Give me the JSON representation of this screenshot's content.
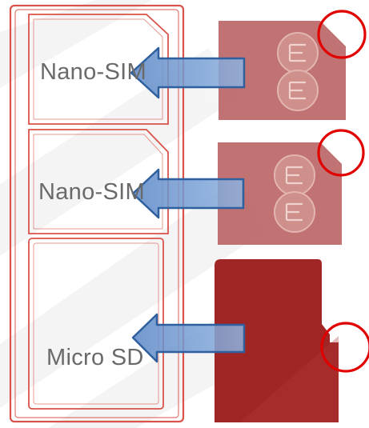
{
  "tray": {
    "slots": [
      {
        "label": "Nano-SIM"
      },
      {
        "label": "Nano-SIM"
      },
      {
        "label": "Micro SD"
      }
    ]
  },
  "colors": {
    "tray_outline": "#d9534a",
    "sim_card": "#b65a5a",
    "sim_card_light": "#c47a76",
    "sd_card": "#a02626",
    "arrow_fill": "#6f9bd3",
    "arrow_stroke": "#2e5f9e",
    "highlight_circle": "#e00000"
  }
}
